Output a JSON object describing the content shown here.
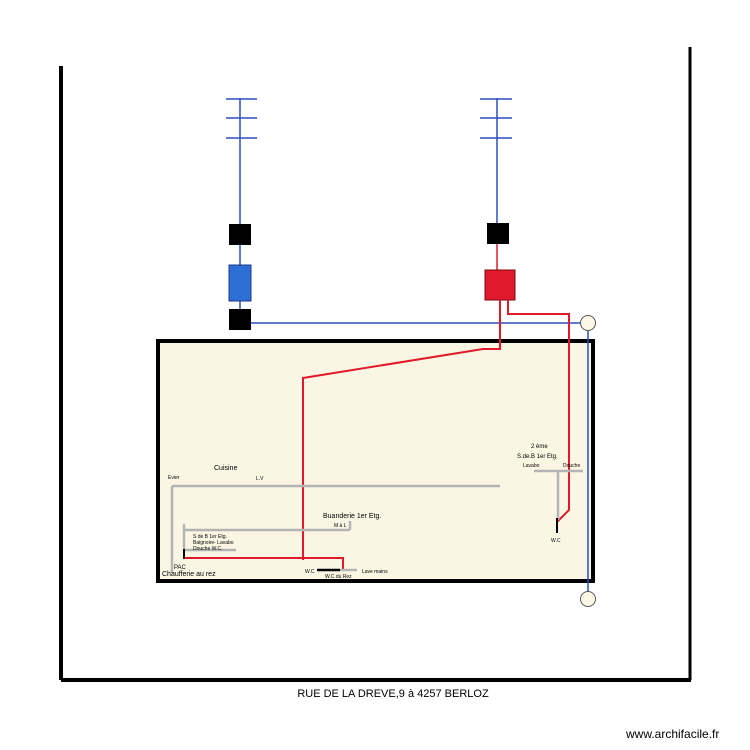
{
  "colors": {
    "cold_water": "#2a4fbf",
    "hot_water": "#e01a2a",
    "meter": "#000000",
    "cold_tank": "#2e6fd6",
    "hot_tank": "#e0192d",
    "floor": "#fbf6e4",
    "branch": "#b4b4b4"
  },
  "labels": {
    "cuisine": "Cuisine",
    "evier": "Evier",
    "lv": "L.V",
    "buanderie": "Buanderie 1er Etg.",
    "mal": "M à L",
    "sdb_line1": "S de B  1er Etg.",
    "sdb_line2": "Baignoire- Lavabo",
    "sdb_line3": "Douche  W.C.",
    "pac": "PAC",
    "chaufferie": "Chaufferie au rez",
    "wc_rez": "W.C",
    "lave_mains": "Lave mains",
    "wc_du_rez": "W.C du Rez",
    "deuxieme": "2 ème",
    "sdb_1er": "S.de.B 1er Etg.",
    "lavabo": "Lavabo",
    "douche": "Douche",
    "wc_right": "W.C"
  },
  "address": "RUE DE LA DREVE,9 à 4257  BERLOZ",
  "credit": "www.archifacile.fr"
}
